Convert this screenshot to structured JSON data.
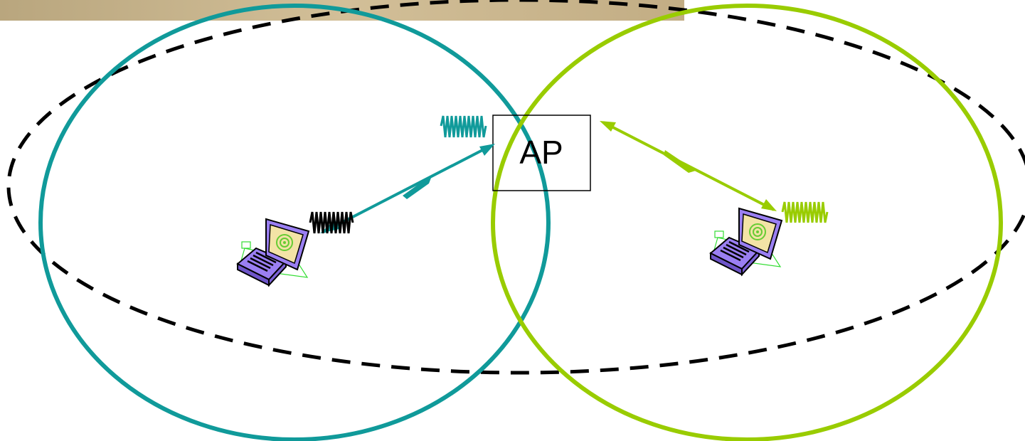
{
  "diagram": {
    "access_point": {
      "label": "AP"
    },
    "colors": {
      "left_cell": "#109a9a",
      "right_cell": "#99cc00",
      "interference_range": "#000000",
      "header_band": "#c9b590",
      "laptop_body": "#9a7ff2",
      "laptop_screen": "#f3e3a6"
    },
    "nodes": [
      {
        "name": "laptop-left",
        "icon": "laptop-icon"
      },
      {
        "name": "laptop-right",
        "icon": "laptop-icon"
      }
    ],
    "links": [
      {
        "from": "laptop-left",
        "to": "access-point",
        "color": "left_cell"
      },
      {
        "from": "access-point",
        "to": "laptop-right",
        "color": "right_cell"
      }
    ],
    "signals": [
      {
        "name": "signal-near-ap",
        "color": "left_cell",
        "icon": "wave-icon"
      },
      {
        "name": "signal-left-laptop",
        "color": "interference_range",
        "icon": "wave-icon"
      },
      {
        "name": "signal-right-laptop",
        "color": "right_cell",
        "icon": "wave-icon"
      }
    ]
  }
}
